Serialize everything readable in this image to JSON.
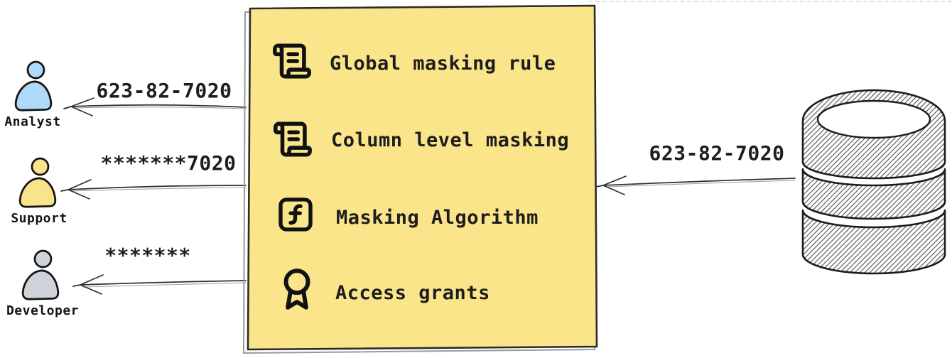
{
  "diagram": {
    "consumers": [
      {
        "id": "analyst",
        "label": "Analyst",
        "value": "623-82-7020",
        "color": "#AED9F8",
        "icon": "analyst-person-icon"
      },
      {
        "id": "support",
        "label": "Support",
        "value": "*******7020",
        "color": "#FAE48A",
        "icon": "support-person-icon"
      },
      {
        "id": "developer",
        "label": "Developer",
        "value": "*******",
        "color": "#CED3DA",
        "icon": "developer-person-icon"
      }
    ],
    "masking_box": {
      "background": "#FAE58B",
      "border_color": "#2b2b2b",
      "items": [
        {
          "icon": "scroll-text-icon",
          "label": "Global masking rule"
        },
        {
          "icon": "scroll-text-icon",
          "label": "Column level masking"
        },
        {
          "icon": "function-square-icon",
          "label": "Masking Algorithm"
        },
        {
          "icon": "award-icon",
          "label": "Access grants"
        }
      ]
    },
    "source": {
      "icon": "database-icon",
      "value": "623-82-7020"
    }
  }
}
